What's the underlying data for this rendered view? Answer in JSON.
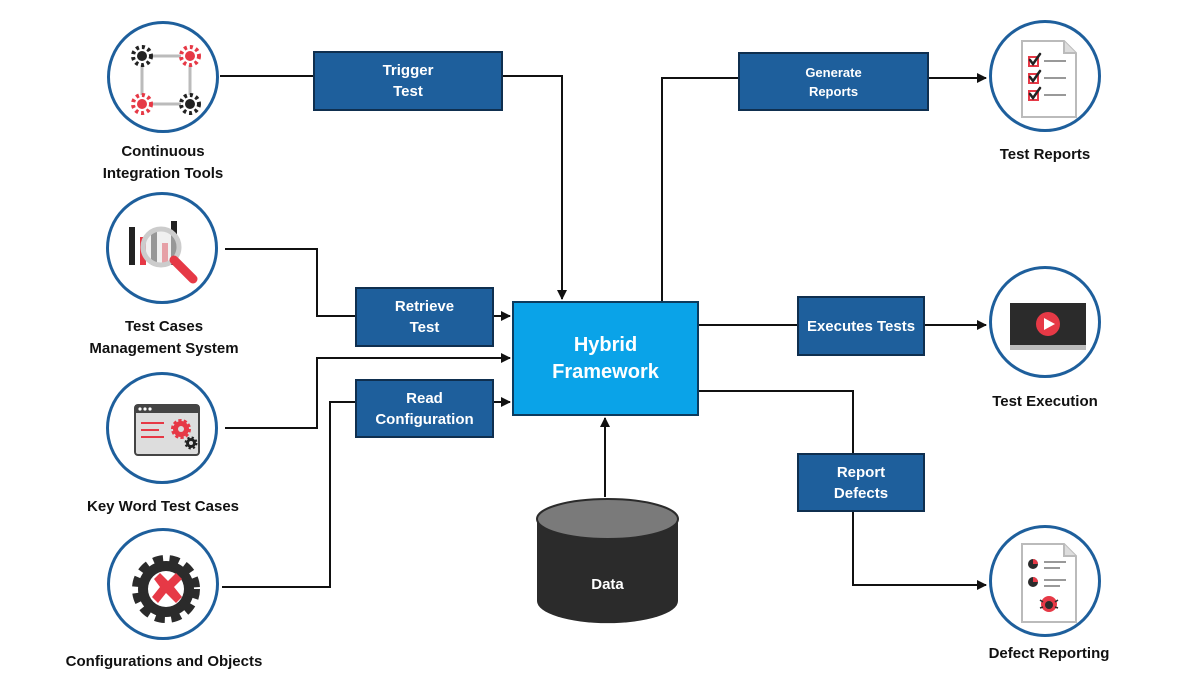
{
  "hub": {
    "label": "Hybrid\nFramework"
  },
  "data_store": {
    "label": "Data",
    "color": "#2b2b2b"
  },
  "inputs": [
    {
      "label": "Continuous\nIntegration Tools",
      "icon": "gears-network-icon"
    },
    {
      "label": "Test Cases\nManagement System",
      "icon": "chart-magnifier-icon"
    },
    {
      "label": "Key Word Test Cases",
      "icon": "browser-settings-icon"
    },
    {
      "label": "Configurations and Objects",
      "icon": "gear-wrench-icon"
    }
  ],
  "outputs": [
    {
      "label": "Test Reports",
      "icon": "checklist-document-icon"
    },
    {
      "label": "Test Execution",
      "icon": "video-play-icon"
    },
    {
      "label": "Defect Reporting",
      "icon": "bug-report-document-icon"
    }
  ],
  "steps": {
    "trigger": "Trigger\nTest",
    "retrieve": "Retrieve\nTest",
    "read_config": "Read\nConfiguration",
    "generate": "Generate\nReports",
    "executes": "Executes Tests",
    "defects": "Report\nDefects"
  },
  "colors": {
    "accent": "#1e5f9c",
    "hub": "#0aa3e8",
    "icon_red": "#e63946",
    "icon_dark": "#2b2b2b"
  }
}
